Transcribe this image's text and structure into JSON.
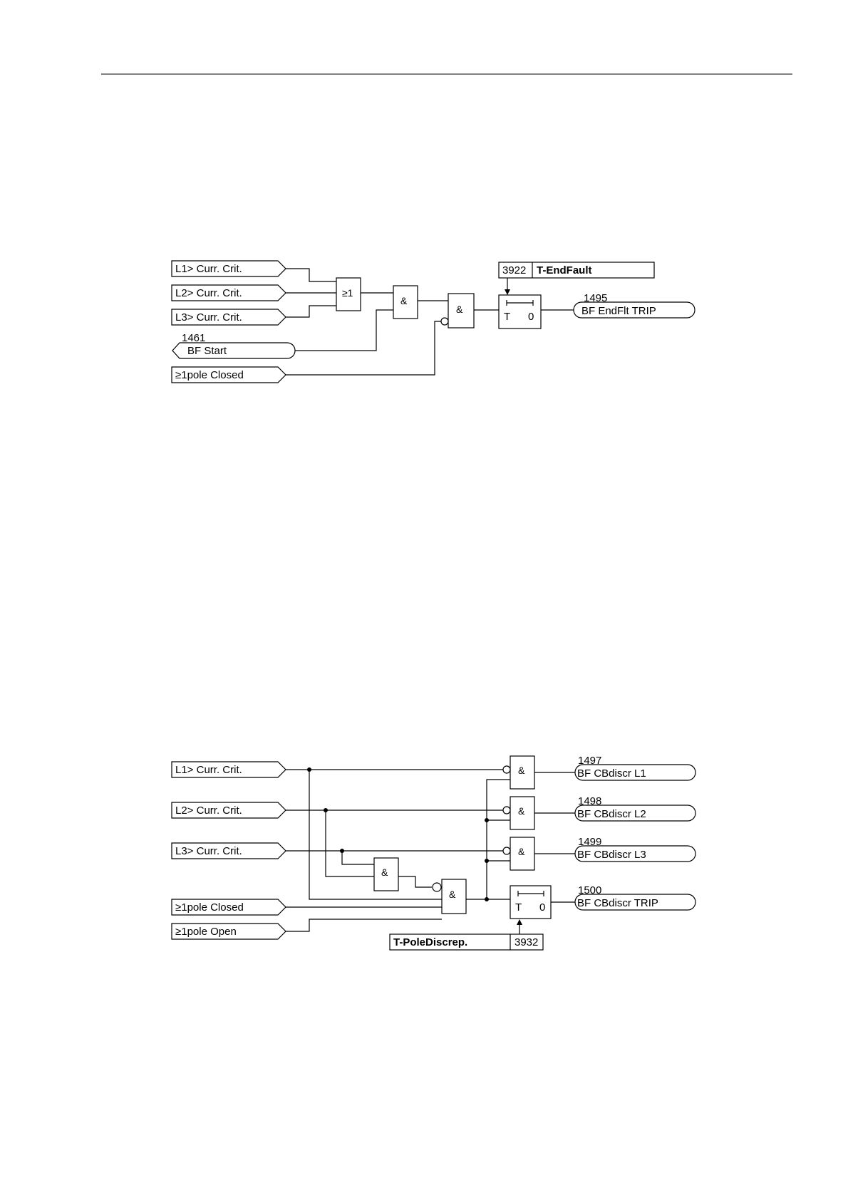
{
  "diagram1": {
    "inputs": {
      "l1": "L1> Curr. Crit.",
      "l2": "L2> Curr. Crit.",
      "l3": "L3> Curr. Crit.",
      "bf_start_num": "1461",
      "bf_start": "BF Start",
      "pole_closed": "≥1pole Closed"
    },
    "gates": {
      "or": "≥1",
      "and1": "&",
      "and2": "&"
    },
    "timer": {
      "t": "T",
      "zero": "0"
    },
    "setting": {
      "number": "3922",
      "name": "T-EndFault"
    },
    "output": {
      "number": "1495",
      "label": "BF EndFlt TRIP"
    }
  },
  "diagram2": {
    "inputs": {
      "l1": "L1> Curr. Crit.",
      "l2": "L2> Curr. Crit.",
      "l3": "L3> Curr. Crit.",
      "pole_closed": "≥1pole Closed",
      "pole_open": "≥1pole Open"
    },
    "gates": {
      "and_l1": "&",
      "and_l2": "&",
      "and_l3": "&",
      "and_mid": "&",
      "and_main": "&"
    },
    "timer": {
      "t": "T",
      "zero": "0"
    },
    "setting": {
      "name": "T-PoleDiscrep.",
      "number": "3932"
    },
    "outputs": [
      {
        "number": "1497",
        "label": "BF CBdiscr L1"
      },
      {
        "number": "1498",
        "label": "BF CBdiscr L2"
      },
      {
        "number": "1499",
        "label": "BF CBdiscr L3"
      },
      {
        "number": "1500",
        "label": "BF CBdiscr TRIP"
      }
    ]
  }
}
